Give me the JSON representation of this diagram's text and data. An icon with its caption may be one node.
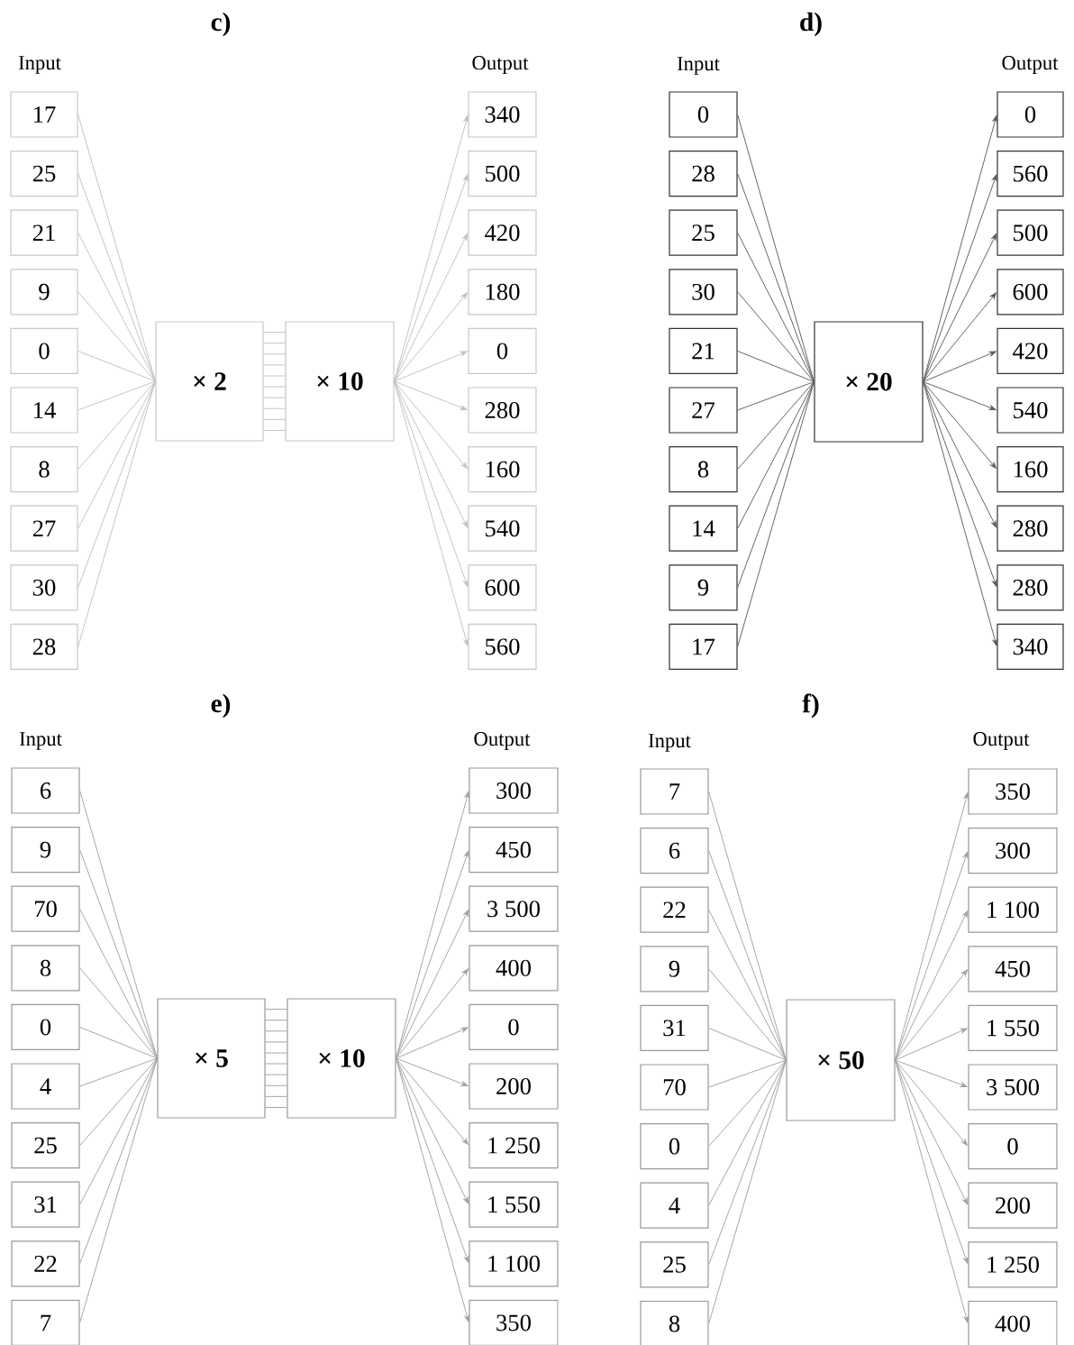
{
  "diagram": {
    "nodes": [
      {
        "text": [
          "17"
        ]
      },
      {
        "text": [
          "25"
        ]
      },
      {
        "text": [
          "21"
        ]
      },
      {
        "text": [
          "9"
        ]
      },
      {
        "text": [
          "0"
        ]
      },
      {
        "text": [
          "14"
        ]
      },
      {
        "text": [
          "8"
        ]
      },
      {
        "text": [
          "27"
        ]
      },
      {
        "text": [
          "30"
        ]
      },
      {
        "text": [
          "28"
        ]
      },
      {
        "text": [
          "× 2"
        ]
      },
      {
        "text": [
          "× 10"
        ]
      },
      {
        "text": [
          "340"
        ]
      },
      {
        "text": [
          "500"
        ]
      },
      {
        "text": [
          "420"
        ]
      },
      {
        "text": [
          "180"
        ]
      },
      {
        "text": [
          "0"
        ]
      },
      {
        "text": [
          "280"
        ]
      },
      {
        "text": [
          "160"
        ]
      },
      {
        "text": [
          "540"
        ]
      },
      {
        "text": [
          "600"
        ]
      },
      {
        "text": [
          "560"
        ]
      },
      {
        "text": [
          "0"
        ]
      },
      {
        "text": [
          "28"
        ]
      },
      {
        "text": [
          "25"
        ]
      },
      {
        "text": [
          "30"
        ]
      },
      {
        "text": [
          "21"
        ]
      },
      {
        "text": [
          "27"
        ]
      },
      {
        "text": [
          "8"
        ]
      },
      {
        "text": [
          "14"
        ]
      },
      {
        "text": [
          "9"
        ]
      },
      {
        "text": [
          "17"
        ]
      },
      {
        "text": [
          "× 20"
        ]
      },
      {
        "text": [
          "0"
        ]
      },
      {
        "text": [
          "560"
        ]
      },
      {
        "text": [
          "500"
        ]
      },
      {
        "text": [
          "600"
        ]
      },
      {
        "text": [
          "420"
        ]
      },
      {
        "text": [
          "540"
        ]
      },
      {
        "text": [
          "160"
        ]
      },
      {
        "text": [
          "280"
        ]
      },
      {
        "text": [
          "280"
        ]
      },
      {
        "text": [
          "340"
        ]
      },
      {
        "text": [
          "6"
        ]
      },
      {
        "text": [
          "9"
        ]
      },
      {
        "text": [
          "70"
        ]
      },
      {
        "text": [
          "8"
        ]
      },
      {
        "text": [
          "0"
        ]
      },
      {
        "text": [
          "4"
        ]
      },
      {
        "text": [
          "25"
        ]
      },
      {
        "text": [
          "31"
        ]
      },
      {
        "text": [
          "22"
        ]
      },
      {
        "text": [
          "7"
        ]
      },
      {
        "text": [
          "× 5"
        ]
      },
      {
        "text": [
          "× 10"
        ]
      },
      {
        "text": [
          "300"
        ]
      },
      {
        "text": [
          "450"
        ]
      },
      {
        "text": [
          "3 500"
        ]
      },
      {
        "text": [
          "400"
        ]
      },
      {
        "text": [
          "0"
        ]
      },
      {
        "text": [
          "200"
        ]
      },
      {
        "text": [
          "1 250"
        ]
      },
      {
        "text": [
          "1 550"
        ]
      },
      {
        "text": [
          "1 100"
        ]
      },
      {
        "text": [
          "350"
        ]
      },
      {
        "text": [
          "7"
        ]
      },
      {
        "text": [
          "6"
        ]
      },
      {
        "text": [
          "22"
        ]
      },
      {
        "text": [
          "9"
        ]
      },
      {
        "text": [
          "31"
        ]
      },
      {
        "text": [
          "70"
        ]
      },
      {
        "text": [
          "0"
        ]
      },
      {
        "text": [
          "4"
        ]
      },
      {
        "text": [
          "25"
        ]
      },
      {
        "text": [
          "8"
        ]
      },
      {
        "text": [
          "× 50"
        ]
      },
      {
        "text": [
          "350"
        ]
      },
      {
        "text": [
          "300"
        ]
      },
      {
        "text": [
          "1 100"
        ]
      },
      {
        "text": [
          "450"
        ]
      },
      {
        "text": [
          "1 550"
        ]
      },
      {
        "text": [
          "3 500"
        ]
      },
      {
        "text": [
          "0"
        ]
      },
      {
        "text": [
          "200"
        ]
      },
      {
        "text": [
          "1 250"
        ]
      },
      {
        "text": [
          "400"
        ]
      }
    ],
    "edges": [
      {
        "from": 0,
        "to": 10,
        "arrow": "none",
        "color": "#c0c0c0"
      },
      {
        "from": 1,
        "to": 10,
        "arrow": "none",
        "color": "#c0c0c0"
      },
      {
        "from": 2,
        "to": 10,
        "arrow": "none",
        "color": "#c0c0c0"
      },
      {
        "from": 3,
        "to": 10,
        "arrow": "none",
        "color": "#c0c0c0"
      },
      {
        "from": 4,
        "to": 10,
        "arrow": "none",
        "color": "#c0c0c0"
      },
      {
        "from": 5,
        "to": 10,
        "arrow": "none",
        "color": "#c0c0c0"
      },
      {
        "from": 6,
        "to": 10,
        "arrow": "none",
        "color": "#c0c0c0"
      },
      {
        "from": 7,
        "to": 10,
        "arrow": "none",
        "color": "#c0c0c0"
      },
      {
        "from": 8,
        "to": 10,
        "arrow": "none",
        "color": "#c0c0c0"
      },
      {
        "from": 9,
        "to": 10,
        "arrow": "none",
        "color": "#c0c0c0"
      },
      {
        "from": 10,
        "to": 11,
        "arrow": "none",
        "color": "#c0c0c0"
      },
      {
        "from": 11,
        "to": 12,
        "arrow": "to",
        "color": "#c0c0c0"
      },
      {
        "from": 11,
        "to": 13,
        "arrow": "to",
        "color": "#c0c0c0"
      },
      {
        "from": 11,
        "to": 14,
        "arrow": "to",
        "color": "#c0c0c0"
      },
      {
        "from": 11,
        "to": 15,
        "arrow": "to",
        "color": "#c0c0c0"
      },
      {
        "from": 11,
        "to": 16,
        "arrow": "to",
        "color": "#c0c0c0"
      },
      {
        "from": 11,
        "to": 17,
        "arrow": "to",
        "color": "#c0c0c0"
      },
      {
        "from": 11,
        "to": 18,
        "arrow": "to",
        "color": "#c0c0c0"
      },
      {
        "from": 11,
        "to": 19,
        "arrow": "to",
        "color": "#c0c0c0"
      },
      {
        "from": 11,
        "to": 20,
        "arrow": "to",
        "color": "#c0c0c0"
      },
      {
        "from": 11,
        "to": 21,
        "arrow": "to",
        "color": "#c0c0c0"
      },
      {
        "from": 22,
        "to": 32,
        "arrow": "none",
        "color": "#5a5a5a"
      },
      {
        "from": 23,
        "to": 32,
        "arrow": "none",
        "color": "#5a5a5a"
      },
      {
        "from": 24,
        "to": 32,
        "arrow": "none",
        "color": "#5a5a5a"
      },
      {
        "from": 25,
        "to": 32,
        "arrow": "none",
        "color": "#5a5a5a"
      },
      {
        "from": 26,
        "to": 32,
        "arrow": "none",
        "color": "#5a5a5a"
      },
      {
        "from": 27,
        "to": 32,
        "arrow": "none",
        "color": "#5a5a5a"
      },
      {
        "from": 28,
        "to": 32,
        "arrow": "none",
        "color": "#5a5a5a"
      },
      {
        "from": 29,
        "to": 32,
        "arrow": "none",
        "color": "#5a5a5a"
      },
      {
        "from": 30,
        "to": 32,
        "arrow": "none",
        "color": "#5a5a5a"
      },
      {
        "from": 31,
        "to": 32,
        "arrow": "none",
        "color": "#5a5a5a"
      },
      {
        "from": 32,
        "to": 33,
        "arrow": "to",
        "color": "#5a5a5a"
      },
      {
        "from": 32,
        "to": 34,
        "arrow": "to",
        "color": "#5a5a5a"
      },
      {
        "from": 32,
        "to": 35,
        "arrow": "to",
        "color": "#5a5a5a"
      },
      {
        "from": 32,
        "to": 36,
        "arrow": "to",
        "color": "#5a5a5a"
      },
      {
        "from": 32,
        "to": 37,
        "arrow": "to",
        "color": "#5a5a5a"
      },
      {
        "from": 32,
        "to": 38,
        "arrow": "to",
        "color": "#5a5a5a"
      },
      {
        "from": 32,
        "to": 39,
        "arrow": "to",
        "color": "#5a5a5a"
      },
      {
        "from": 32,
        "to": 40,
        "arrow": "to",
        "color": "#5a5a5a"
      },
      {
        "from": 32,
        "to": 41,
        "arrow": "to",
        "color": "#5a5a5a"
      },
      {
        "from": 32,
        "to": 42,
        "arrow": "to",
        "color": "#5a5a5a"
      },
      {
        "from": 43,
        "to": 53,
        "arrow": "none",
        "color": "#a0a0a0"
      },
      {
        "from": 44,
        "to": 53,
        "arrow": "none",
        "color": "#a0a0a0"
      },
      {
        "from": 45,
        "to": 53,
        "arrow": "none",
        "color": "#a0a0a0"
      },
      {
        "from": 46,
        "to": 53,
        "arrow": "none",
        "color": "#a0a0a0"
      },
      {
        "from": 47,
        "to": 53,
        "arrow": "none",
        "color": "#a0a0a0"
      },
      {
        "from": 48,
        "to": 53,
        "arrow": "none",
        "color": "#a0a0a0"
      },
      {
        "from": 49,
        "to": 53,
        "arrow": "none",
        "color": "#a0a0a0"
      },
      {
        "from": 50,
        "to": 53,
        "arrow": "none",
        "color": "#a0a0a0"
      },
      {
        "from": 51,
        "to": 53,
        "arrow": "none",
        "color": "#a0a0a0"
      },
      {
        "from": 52,
        "to": 53,
        "arrow": "none",
        "color": "#a0a0a0"
      },
      {
        "from": 53,
        "to": 54,
        "arrow": "none",
        "color": "#a0a0a0"
      },
      {
        "from": 54,
        "to": 55,
        "arrow": "to",
        "color": "#a0a0a0"
      },
      {
        "from": 54,
        "to": 56,
        "arrow": "to",
        "color": "#a0a0a0"
      },
      {
        "from": 54,
        "to": 57,
        "arrow": "to",
        "color": "#a0a0a0"
      },
      {
        "from": 54,
        "to": 58,
        "arrow": "to",
        "color": "#a0a0a0"
      },
      {
        "from": 54,
        "to": 59,
        "arrow": "to",
        "color": "#a0a0a0"
      },
      {
        "from": 54,
        "to": 60,
        "arrow": "to",
        "color": "#a0a0a0"
      },
      {
        "from": 54,
        "to": 61,
        "arrow": "to",
        "color": "#a0a0a0"
      },
      {
        "from": 54,
        "to": 62,
        "arrow": "to",
        "color": "#a0a0a0"
      },
      {
        "from": 54,
        "to": 63,
        "arrow": "to",
        "color": "#a0a0a0"
      },
      {
        "from": 54,
        "to": 64,
        "arrow": "to",
        "color": "#a0a0a0"
      },
      {
        "from": 65,
        "to": 75,
        "arrow": "none",
        "color": "#a0a0a0"
      },
      {
        "from": 66,
        "to": 75,
        "arrow": "none",
        "color": "#a0a0a0"
      },
      {
        "from": 67,
        "to": 75,
        "arrow": "none",
        "color": "#a0a0a0"
      },
      {
        "from": 68,
        "to": 75,
        "arrow": "none",
        "color": "#a0a0a0"
      },
      {
        "from": 69,
        "to": 75,
        "arrow": "none",
        "color": "#a0a0a0"
      },
      {
        "from": 70,
        "to": 75,
        "arrow": "none",
        "color": "#a0a0a0"
      },
      {
        "from": 71,
        "to": 75,
        "arrow": "none",
        "color": "#a0a0a0"
      },
      {
        "from": 72,
        "to": 75,
        "arrow": "none",
        "color": "#a0a0a0"
      },
      {
        "from": 73,
        "to": 75,
        "arrow": "none",
        "color": "#a0a0a0"
      },
      {
        "from": 74,
        "to": 75,
        "arrow": "none",
        "color": "#a0a0a0"
      },
      {
        "from": 75,
        "to": 76,
        "arrow": "to",
        "color": "#a0a0a0"
      },
      {
        "from": 75,
        "to": 77,
        "arrow": "to",
        "color": "#a0a0a0"
      },
      {
        "from": 75,
        "to": 78,
        "arrow": "to",
        "color": "#a0a0a0"
      },
      {
        "from": 75,
        "to": 79,
        "arrow": "to",
        "color": "#a0a0a0"
      },
      {
        "from": 75,
        "to": 80,
        "arrow": "to",
        "color": "#a0a0a0"
      },
      {
        "from": 75,
        "to": 81,
        "arrow": "to",
        "color": "#a0a0a0"
      },
      {
        "from": 75,
        "to": 82,
        "arrow": "to",
        "color": "#a0a0a0"
      },
      {
        "from": 75,
        "to": 83,
        "arrow": "to",
        "color": "#a0a0a0"
      },
      {
        "from": 75,
        "to": 84,
        "arrow": "to",
        "color": "#a0a0a0"
      },
      {
        "from": 75,
        "to": 85,
        "arrow": "to",
        "color": "#a0a0a0"
      }
    ],
    "labels": [
      "c)",
      "d)",
      "Input",
      "Output",
      "Input",
      "Output",
      "e)",
      "f)",
      "Input",
      "Output",
      "Input",
      "Output"
    ]
  }
}
